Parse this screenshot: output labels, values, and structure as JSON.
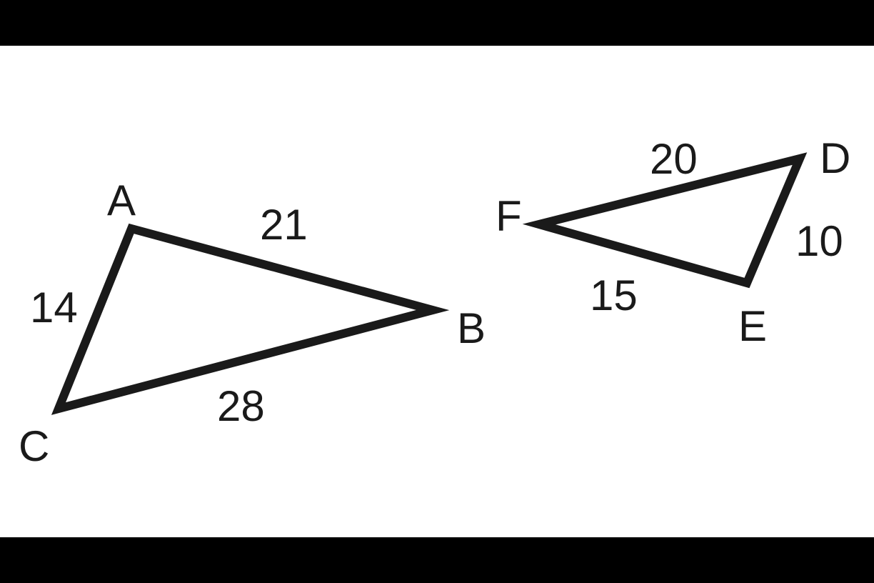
{
  "diagram": {
    "stroke_color": "#1a1a1a",
    "background_color": "#ffffff",
    "letterbox_color": "#000000",
    "triangle_abc": {
      "vertices": {
        "a": "A",
        "b": "B",
        "c": "C"
      },
      "sides": {
        "ab": "21",
        "ac": "14",
        "bc": "28"
      }
    },
    "triangle_def": {
      "vertices": {
        "d": "D",
        "e": "E",
        "f": "F"
      },
      "sides": {
        "fd": "20",
        "de": "10",
        "fe": "15"
      }
    }
  }
}
